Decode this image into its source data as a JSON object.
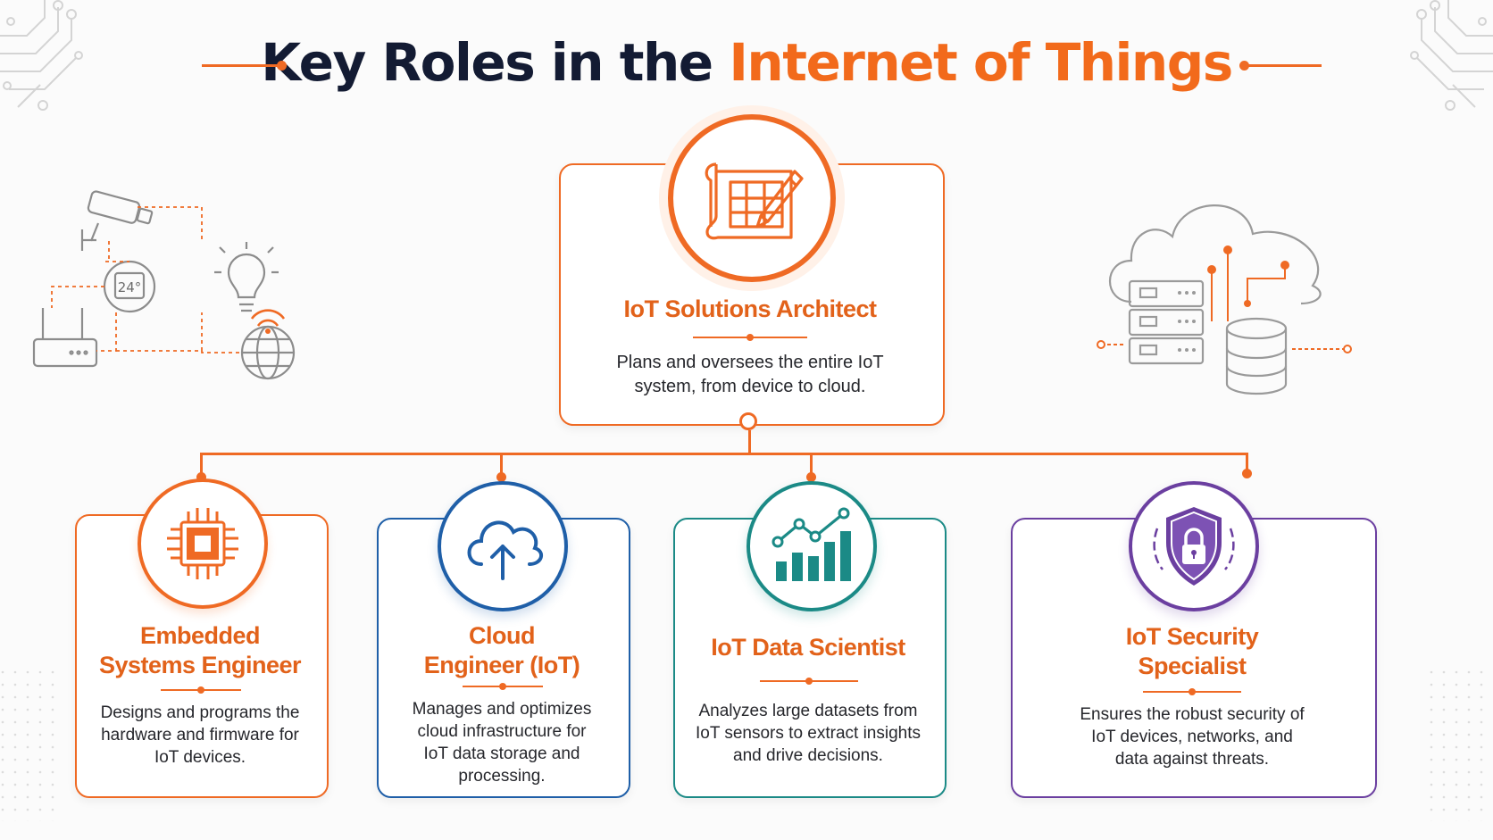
{
  "title": {
    "prefix": "Key Roles in the ",
    "highlight": "Internet of Things"
  },
  "colors": {
    "orange": "#ef6a24",
    "navy": "#131b33",
    "blue": "#1f5fa8",
    "teal": "#1b8a86",
    "purple": "#6b3fa0",
    "gray_icon": "#8c8c8c"
  },
  "roles": {
    "architect": {
      "title": "IoT Solutions Architect",
      "description": "Plans and oversees the entire IoT system, from device to cloud.",
      "icon": "blueprint-pencil-icon"
    },
    "embedded": {
      "title": "Embedded Systems Engineer",
      "description": "Designs and programs the hardware and firmware for IoT devices.",
      "icon": "microchip-icon"
    },
    "cloud": {
      "title": "Cloud Engineer (IoT)",
      "description": "Manages and optimizes cloud infrastructure for IoT data storage and processing.",
      "icon": "cloud-upload-icon"
    },
    "data": {
      "title": "IoT Data Scientist",
      "description": "Analyzes large datasets from IoT sensors to extract insights and drive decisions.",
      "icon": "bar-chart-trend-icon"
    },
    "security": {
      "title": "IoT Security Specialist",
      "description": "Ensures the robust security of IoT devices, networks, and data against threats.",
      "icon": "shield-lock-icon"
    }
  },
  "decorations": {
    "left_illustration": {
      "thermostat_reading": "24°",
      "icons": [
        "security-camera-icon",
        "thermostat-icon",
        "light-bulb-icon",
        "router-icon",
        "wifi-globe-icon"
      ]
    },
    "right_illustration": {
      "icons": [
        "cloud-icon",
        "server-rack-icon",
        "database-icon"
      ]
    }
  }
}
